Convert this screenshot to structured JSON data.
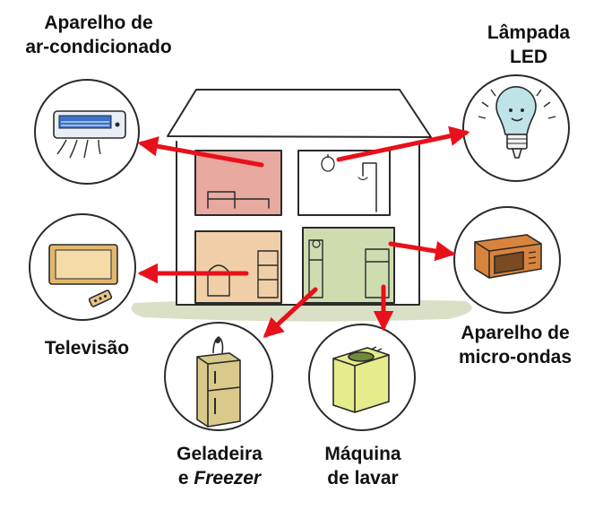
{
  "colors": {
    "arrow": "#e8101a",
    "line": "#2a2a2a",
    "ground": "#cfd8b8",
    "room_bedroom": "#e7a9a0",
    "room_bathroom": "#ffffff",
    "room_living": "#f0cfa8",
    "room_kitchen": "#cfdcb0",
    "ac_blue": "#3b73c9",
    "bulb": "#bfe3e6",
    "microwave": "#d9843c",
    "fridge": "#d9c98a",
    "washer": "#e5ec8c",
    "tv": "#e1b86d"
  },
  "appliances": [
    {
      "id": "ac",
      "icon": "air-conditioner-icon",
      "label_lines": [
        "Aparelho de",
        "ar-condicionado"
      ]
    },
    {
      "id": "led",
      "icon": "led-bulb-icon",
      "label_lines": [
        "Lâmpada",
        "LED"
      ]
    },
    {
      "id": "tv",
      "icon": "television-icon",
      "label_lines": [
        "Televisão"
      ]
    },
    {
      "id": "microwave",
      "icon": "microwave-icon",
      "label_lines": [
        "Aparelho de",
        "micro-ondas"
      ]
    },
    {
      "id": "fridge",
      "icon": "refrigerator-icon",
      "label_line1": "Geladeira",
      "label_line2_prefix": "e ",
      "label_line2_italic": "Freezer"
    },
    {
      "id": "washer",
      "icon": "washing-machine-icon",
      "label_lines": [
        "Máquina",
        "de lavar"
      ]
    }
  ]
}
